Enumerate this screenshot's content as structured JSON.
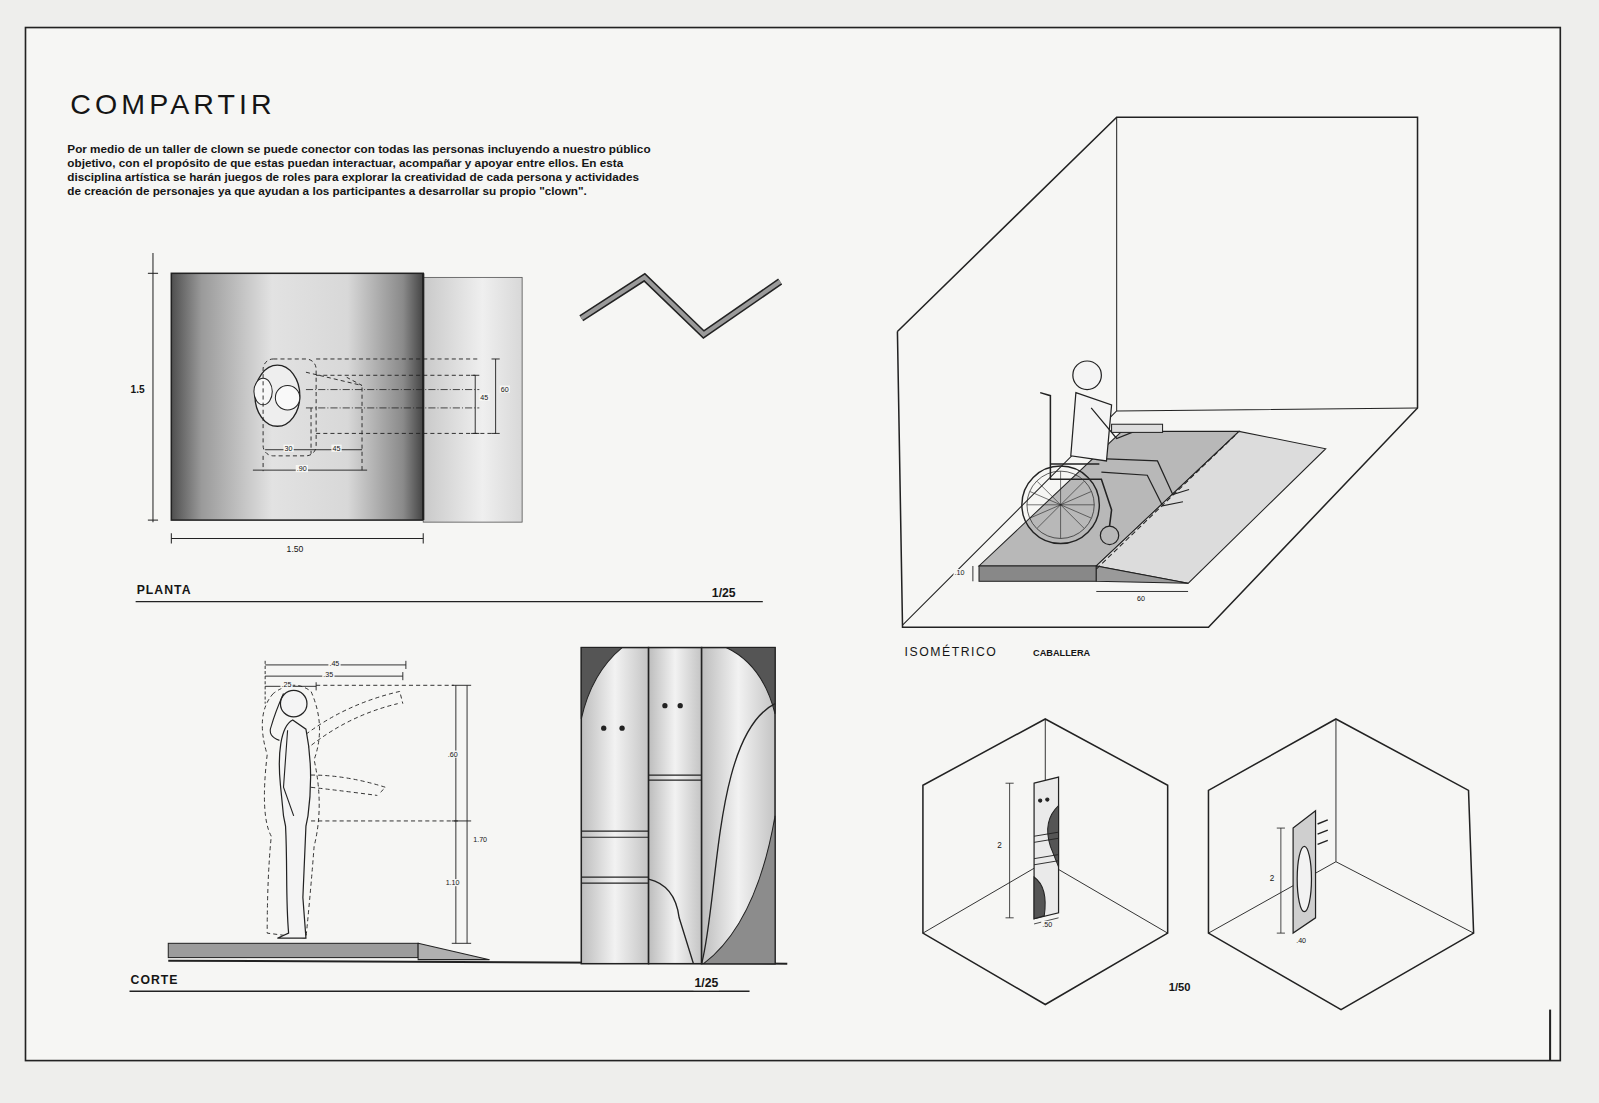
{
  "diagram": {
    "title": "COMPARTIR",
    "labels": [
      "Por medio de un taller de clown se puede conector con todas las personas incluyendo a nuestro público objetivo, con el propósito de que estas puedan interactuar, acompañar y apoyar entre ellos. En esta disciplina artística se harán juegos de roles para explorar la creatividad de cada persona y actividades de creación de personajes ya que ayudan a los participantes a desarrollar su propio \"clown\".",
      "1.5",
      "1.50",
      "30",
      "45",
      ".90",
      "45",
      "60",
      "PLANTA",
      "1/25",
      ".45",
      ".35",
      ".25",
      ".60",
      "1.70",
      "1.10",
      "CORTE",
      "1/25",
      ".10",
      "60",
      "ISOMÉTRICO",
      "CABALLERA",
      "2",
      ".50",
      "2",
      ".40",
      "1/50"
    ]
  }
}
